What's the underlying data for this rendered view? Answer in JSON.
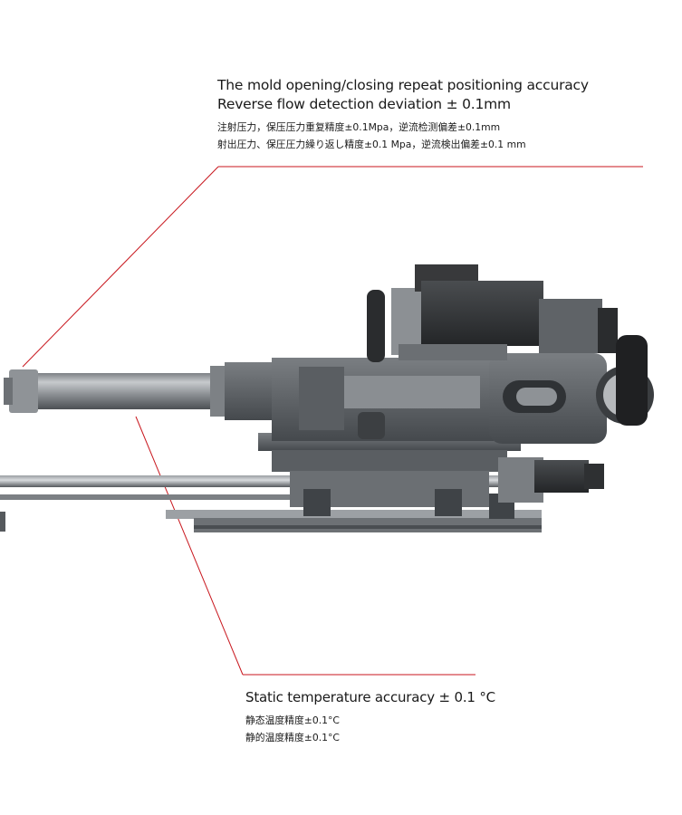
{
  "callout_top": {
    "line1": "The mold opening/closing repeat positioning accuracy",
    "line2": "Reverse flow detection deviation ± 0.1mm",
    "cn": "注射压力，保压压力重复精度±0.1Mpa，逆流检测偏差±0.1mm",
    "jp": "射出圧力、保圧圧力繰り返し精度±0.1 Mpa，逆流検出偏差±0.1 mm"
  },
  "callout_bottom": {
    "line1": "Static temperature accuracy ± 0.1 °C",
    "cn": "静态温度精度±0.1°C",
    "jp": "静的温度精度±0.1°C"
  },
  "colors": {
    "leader_line": "#c8161d",
    "machine_dark": "#3f4347",
    "machine_mid": "#6d7175",
    "machine_light": "#a9adb1",
    "motor_black": "#2a2c2e"
  }
}
